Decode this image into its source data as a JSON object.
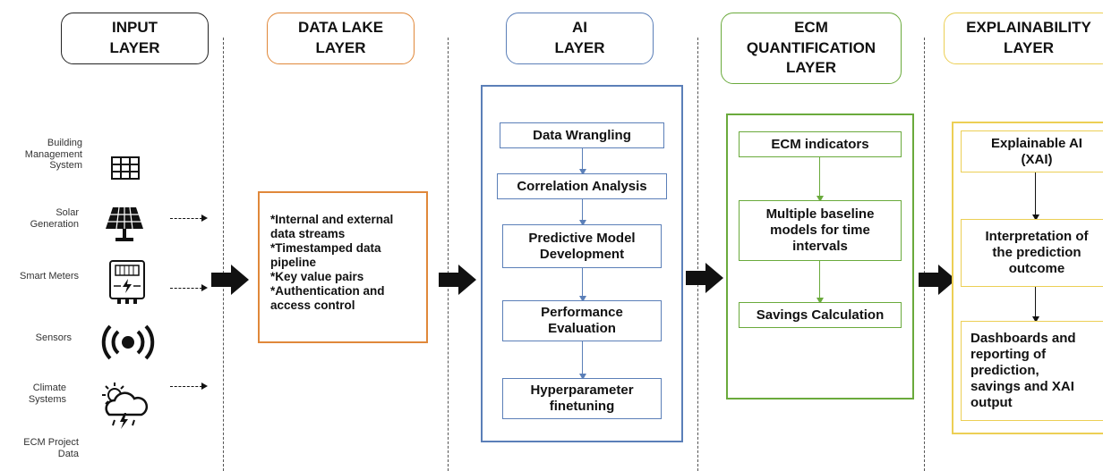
{
  "layers": {
    "input": "INPUT\nLAYER",
    "data_lake": "DATA LAKE\nLAYER",
    "ai": "AI\nLAYER",
    "ecm": "ECM\nQUANTIFICATION\nLAYER",
    "explainability": "EXPLAINABILITY\nLAYER"
  },
  "sources": [
    {
      "label": "Building\nManagement\nSystem",
      "icon": "grid-panel-icon"
    },
    {
      "label": "Solar\nGeneration",
      "icon": "solar-panel-icon"
    },
    {
      "label": "Smart Meters",
      "icon": "smart-meter-icon"
    },
    {
      "label": "Sensors",
      "icon": "sensor-broadcast-icon"
    },
    {
      "label": "Climate\nSystems",
      "icon": "weather-storm-icon"
    },
    {
      "label": "ECM Project\nData",
      "icon": ""
    }
  ],
  "data_lake": {
    "items": [
      "*Internal and external\ndata streams",
      "*Timestamped data\npipeline",
      "*Key value pairs",
      "*Authentication and\naccess control"
    ]
  },
  "ai_steps": [
    "Data Wrangling",
    "Correlation Analysis",
    "Predictive Model\nDevelopment",
    "Performance\nEvaluation",
    "Hyperparameter\nfinetuning"
  ],
  "ecm_steps": [
    "ECM indicators",
    "Multiple baseline\nmodels for time\nintervals",
    "Savings Calculation"
  ],
  "xai_steps": [
    "Explainable AI\n(XAI)",
    "Interpretation of\nthe prediction\noutcome",
    "Dashboards and\nreporting of\nprediction,\nsavings and XAI\noutput"
  ],
  "colors": {
    "input": "#222222",
    "data_lake": "#e0883a",
    "ai": "#5b7fb8",
    "ecm": "#6aaa3c",
    "explainability": "#eccf55"
  }
}
